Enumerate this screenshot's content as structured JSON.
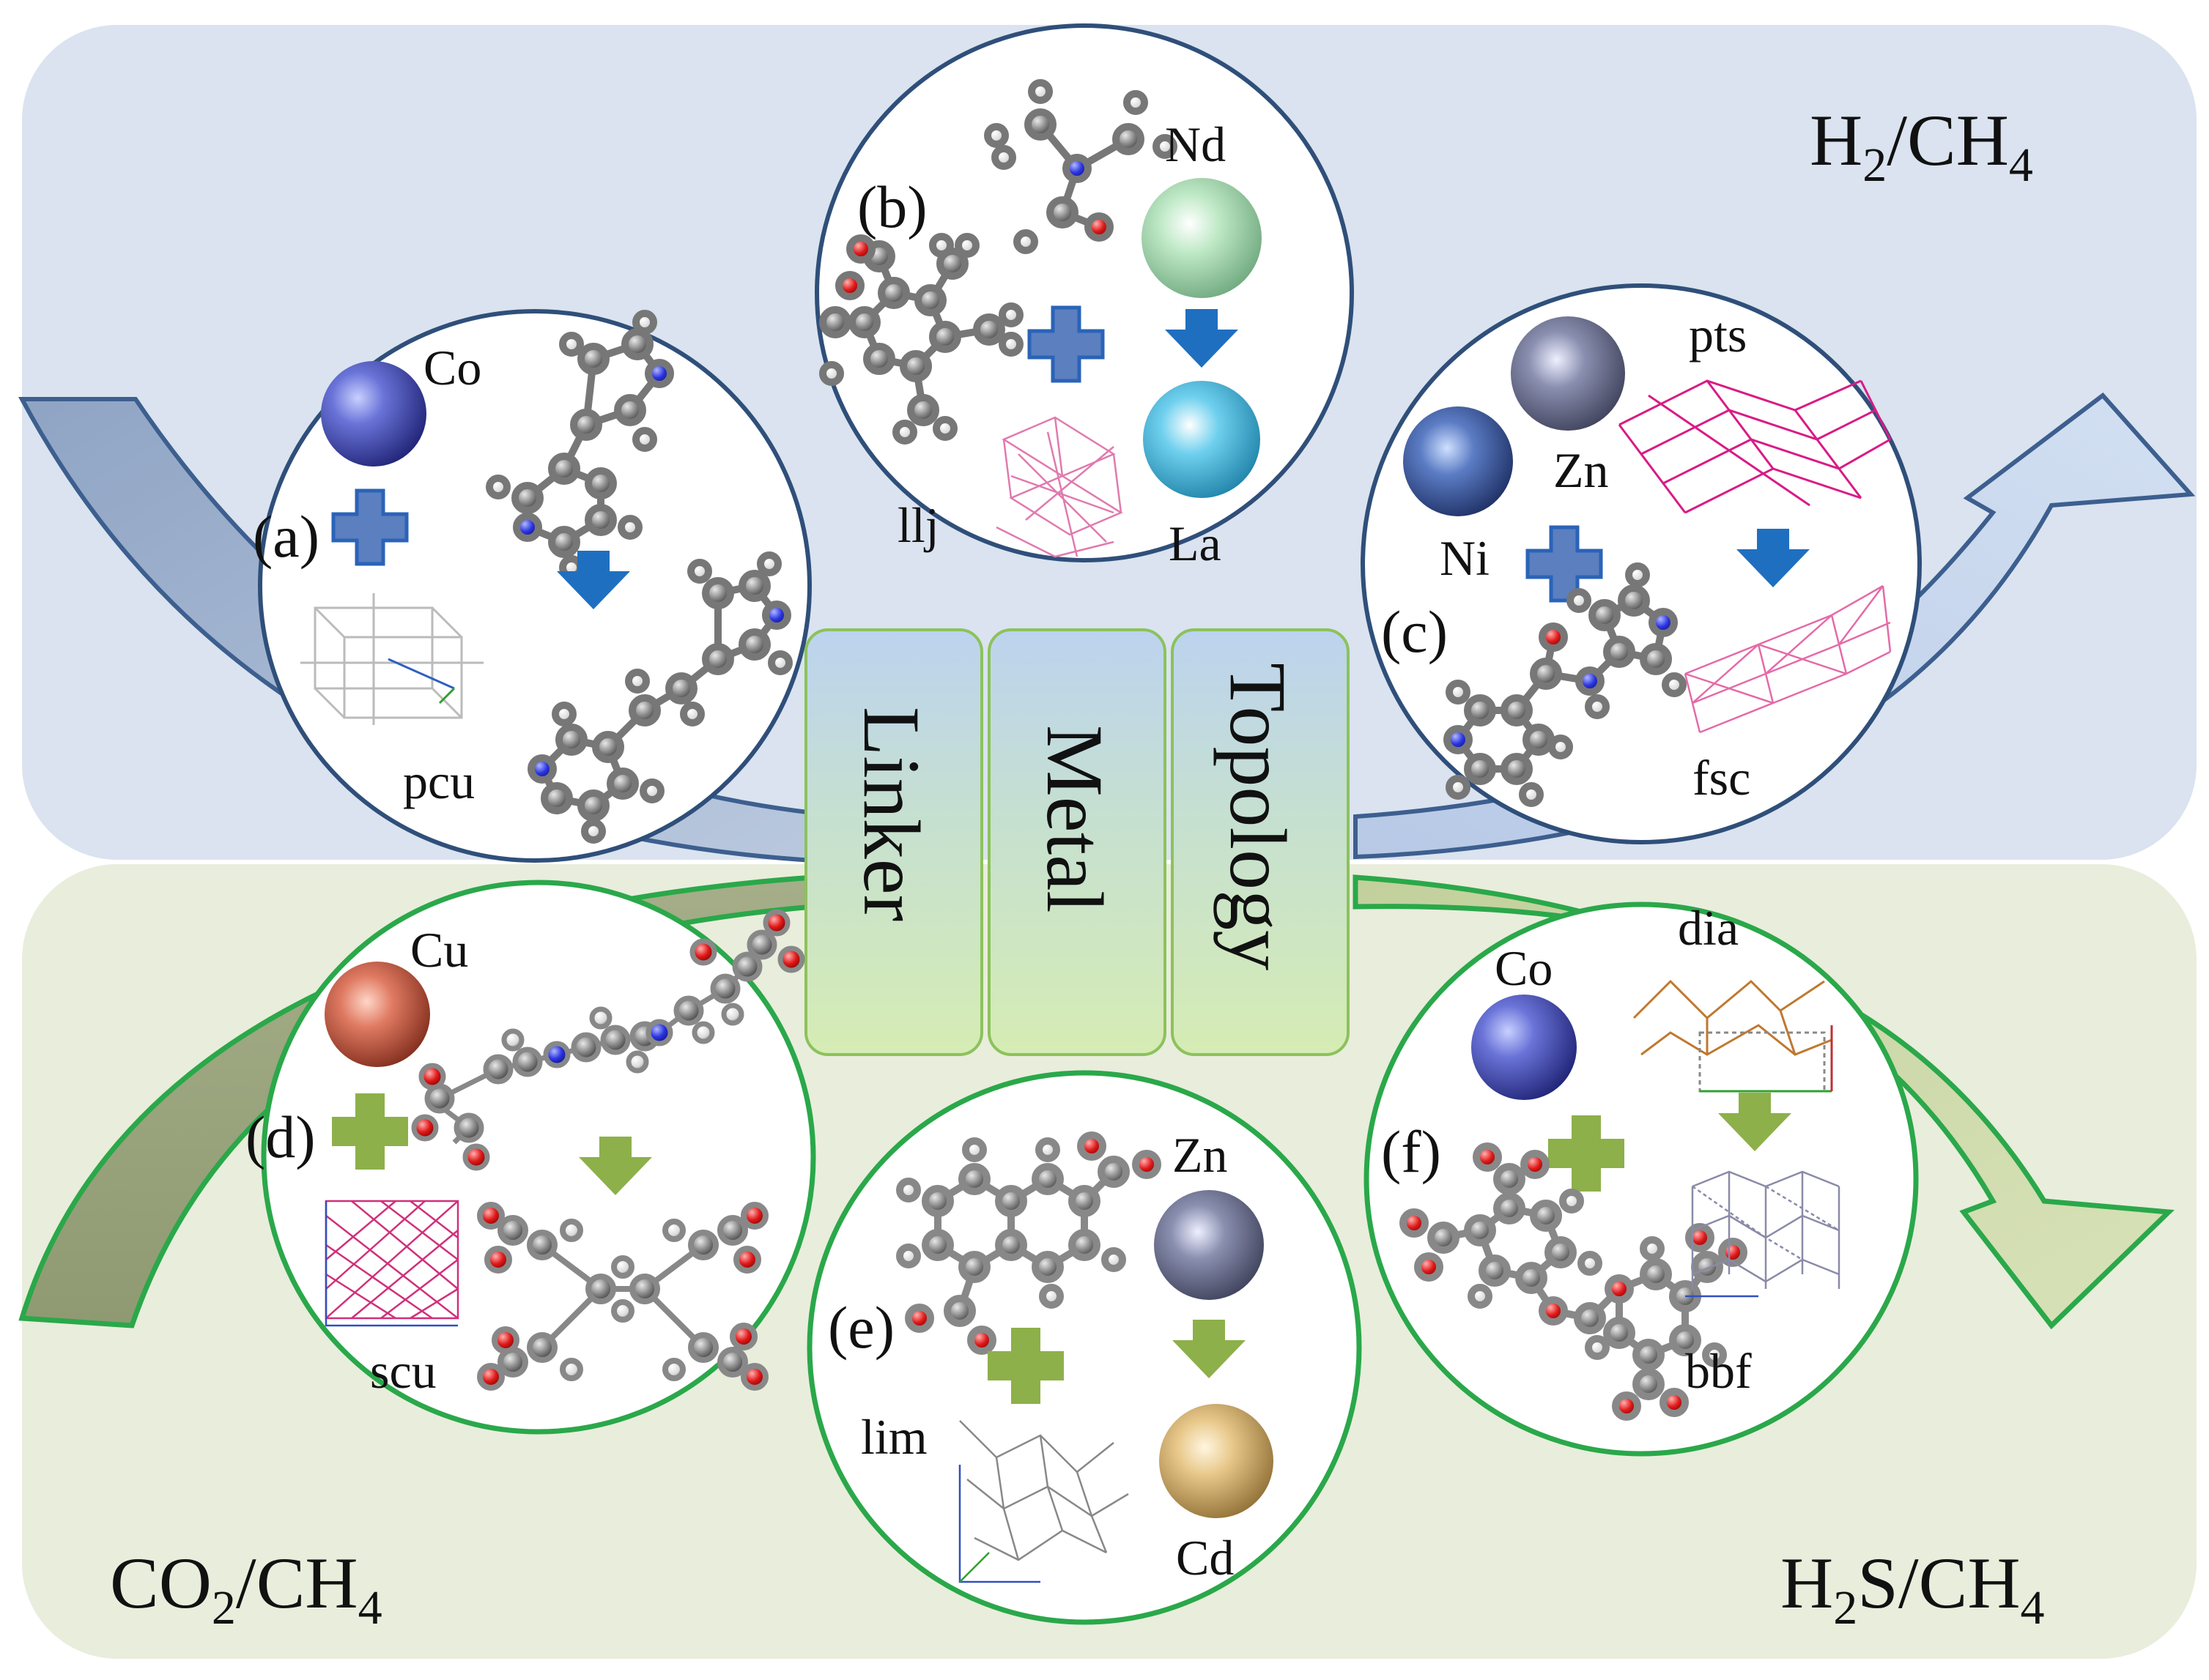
{
  "gas_labels": {
    "top_right": {
      "main": "H",
      "sub1": "2",
      "mid": "/CH",
      "sub2": "4"
    },
    "bottom_left": {
      "main": "CO",
      "sub1": "2",
      "mid": "/CH",
      "sub2": "4"
    },
    "bottom_right": {
      "main": "H",
      "sub1": "2",
      "mid": "S/CH",
      "sub2": "4"
    }
  },
  "center_boxes": [
    "Linker",
    "Metal",
    "Topology"
  ],
  "panels": {
    "a": {
      "letter": "(a)",
      "metal": "Co",
      "topology": "pcu"
    },
    "b": {
      "letter": "(b)",
      "metal_1": "Nd",
      "metal_2": "La",
      "topology": "llj"
    },
    "c": {
      "letter": "(c)",
      "metal_1": "Ni",
      "metal_2": "Zn",
      "topology_1": "pts",
      "topology_2": "fsc"
    },
    "d": {
      "letter": "(d)",
      "metal": "Cu",
      "topology": "scu"
    },
    "e": {
      "letter": "(e)",
      "metal_1": "Zn",
      "metal_2": "Cd",
      "topology": "lim"
    },
    "f": {
      "letter": "(f)",
      "metal": "Co",
      "topology_1": "dia",
      "topology_2": "bbf"
    }
  },
  "colors": {
    "top_bg": "#dae3ef",
    "bottom_bg": "#e9eddc",
    "blue_accent": "#1f6fc0",
    "green_accent": "#8db04a",
    "top_circle_border": "#2f4f7a",
    "bottom_circle_border": "#2aa84a"
  }
}
